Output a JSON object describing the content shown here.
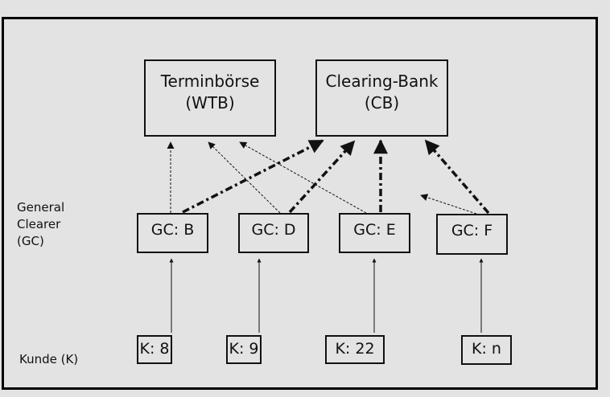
{
  "diagram": {
    "nodes": {
      "wtb": {
        "line1": "Terminbörse",
        "line2": "(WTB)"
      },
      "cb": {
        "line1": "Clearing-Bank",
        "line2": "(CB)"
      },
      "gc_b": {
        "label": "GC: B"
      },
      "gc_d": {
        "label": "GC: D"
      },
      "gc_e": {
        "label": "GC: E"
      },
      "gc_f": {
        "label": "GC: F"
      },
      "k_8": {
        "label": "K: 8"
      },
      "k_9": {
        "label": "K: 9"
      },
      "k_22": {
        "label": "K: 22"
      },
      "k_n": {
        "label": "K: n"
      }
    },
    "row_labels": {
      "general_clearer": {
        "line1": "General",
        "line2": "Clearer",
        "line3": "(GC)"
      },
      "kunde": "Kunde (K)"
    },
    "edges": [
      {
        "from": "k_8",
        "to": "gc_b",
        "style": "solid-thin"
      },
      {
        "from": "k_9",
        "to": "gc_d",
        "style": "solid-thin"
      },
      {
        "from": "k_22",
        "to": "gc_e",
        "style": "solid-thin"
      },
      {
        "from": "k_n",
        "to": "gc_f",
        "style": "solid-thin"
      },
      {
        "from": "gc_b",
        "to": "wtb",
        "style": "dashed-thin"
      },
      {
        "from": "gc_d",
        "to": "wtb",
        "style": "dashed-thin"
      },
      {
        "from": "gc_e",
        "to": "wtb",
        "style": "dashed-thin"
      },
      {
        "from": "gc_f",
        "to": "gc_e_direction",
        "style": "dashed-thin"
      },
      {
        "from": "gc_b",
        "to": "cb",
        "style": "dash-dot-thick"
      },
      {
        "from": "gc_d",
        "to": "cb",
        "style": "dash-dot-thick"
      },
      {
        "from": "gc_e",
        "to": "cb",
        "style": "dash-dot-thick"
      },
      {
        "from": "gc_f",
        "to": "cb",
        "style": "dash-dot-thick"
      }
    ]
  }
}
